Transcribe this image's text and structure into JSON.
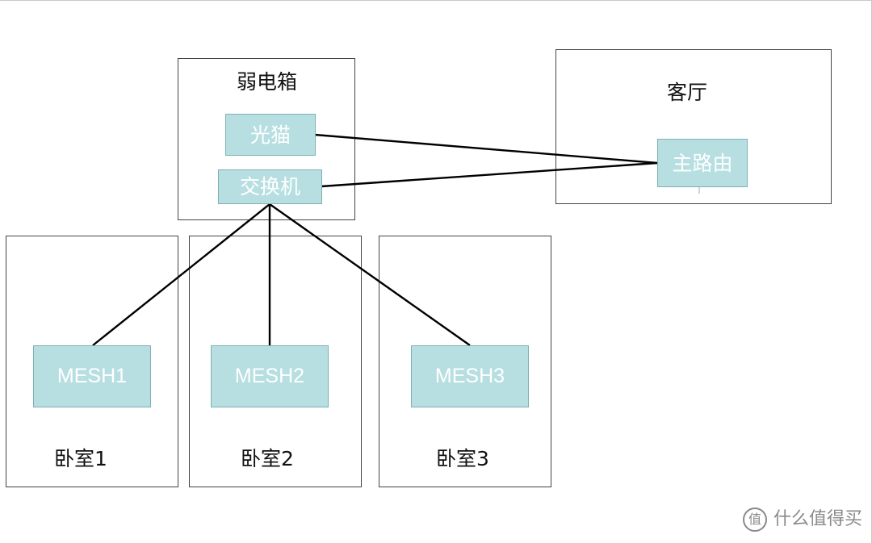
{
  "rooms": {
    "weak_box": "弱电箱",
    "living_room": "客厅",
    "bedroom1": "卧室1",
    "bedroom2": "卧室2",
    "bedroom3": "卧室3"
  },
  "devices": {
    "modem": "光猫",
    "switch": "交换机",
    "main_router": "主路由",
    "mesh1": "MESH1",
    "mesh2": "MESH2",
    "mesh3": "MESH3"
  },
  "colors": {
    "device_fill": "#b7dfe1",
    "device_text": "#ffffff",
    "line": "#000000"
  },
  "connections": [
    [
      "modem",
      "main_router"
    ],
    [
      "switch",
      "main_router"
    ],
    [
      "switch",
      "mesh1"
    ],
    [
      "switch",
      "mesh2"
    ],
    [
      "switch",
      "mesh3"
    ]
  ],
  "watermark": {
    "logo_glyph": "值",
    "text": "什么值得买"
  }
}
